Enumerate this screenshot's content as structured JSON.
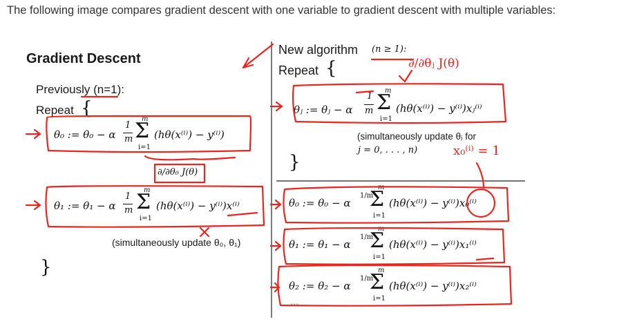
{
  "caption": "The following image compares gradient descent with one variable to gradient descent with multiple variables:",
  "left": {
    "title": "Gradient Descent",
    "previously": "Previously (n=1):",
    "repeat": "Repeat",
    "open_brace": "{",
    "close_brace": "}",
    "theta0_lhs": "θ₀ := θ₀ − α",
    "theta0_sum": "(hθ(x⁽ⁱ⁾) − y⁽ⁱ⁾)",
    "frac_num": "1",
    "frac_den": "m",
    "sum_top": "m",
    "sum_bottom": "i=1",
    "partial_note": "∂/∂θ₀ J(θ)",
    "theta1_lhs": "θ₁ := θ₁ − α",
    "theta1_sum": "(hθ(x⁽ⁱ⁾) − y⁽ⁱ⁾)x⁽ⁱ⁾",
    "simul": "(simultaneously update θ₀, θ₁)"
  },
  "right": {
    "new_algo": "New algorithm",
    "new_algo_cond": "(n ≥ 1):",
    "repeat": "Repeat",
    "open_brace": "{",
    "close_brace": "}",
    "thetaj_lhs": "θⱼ := θⱼ − α",
    "thetaj_sum": "(hθ(x⁽ⁱ⁾) − y⁽ⁱ⁾)xⱼ⁽ⁱ⁾",
    "simul_line1": "(simultaneously update θⱼ for",
    "simul_line2": "j = 0, . . . , n)",
    "frac_num": "1",
    "frac_den": "m",
    "sum_top": "m",
    "sum_bottom": "i=1",
    "eq0": "θ₀ := θ₀ − α",
    "eq0_sum": "(hθ(x⁽ⁱ⁾) − y⁽ⁱ⁾)x₀⁽ⁱ⁾",
    "eq1": "θ₁ := θ₁ − α",
    "eq1_sum": "(hθ(x⁽ⁱ⁾) − y⁽ⁱ⁾)x₁⁽ⁱ⁾",
    "eq2": "θ₂ := θ₂ − α",
    "eq2_sum": "(hθ(x⁽ⁱ⁾) − y⁽ⁱ⁾)x₂⁽ⁱ⁾",
    "ellipsis": "...",
    "note_partial": "∂/∂θⱼ J(θ)",
    "note_x0": "x₀⁽ⁱ⁾ = 1"
  },
  "colors": {
    "ink": "#e8251f",
    "text": "#111111"
  }
}
